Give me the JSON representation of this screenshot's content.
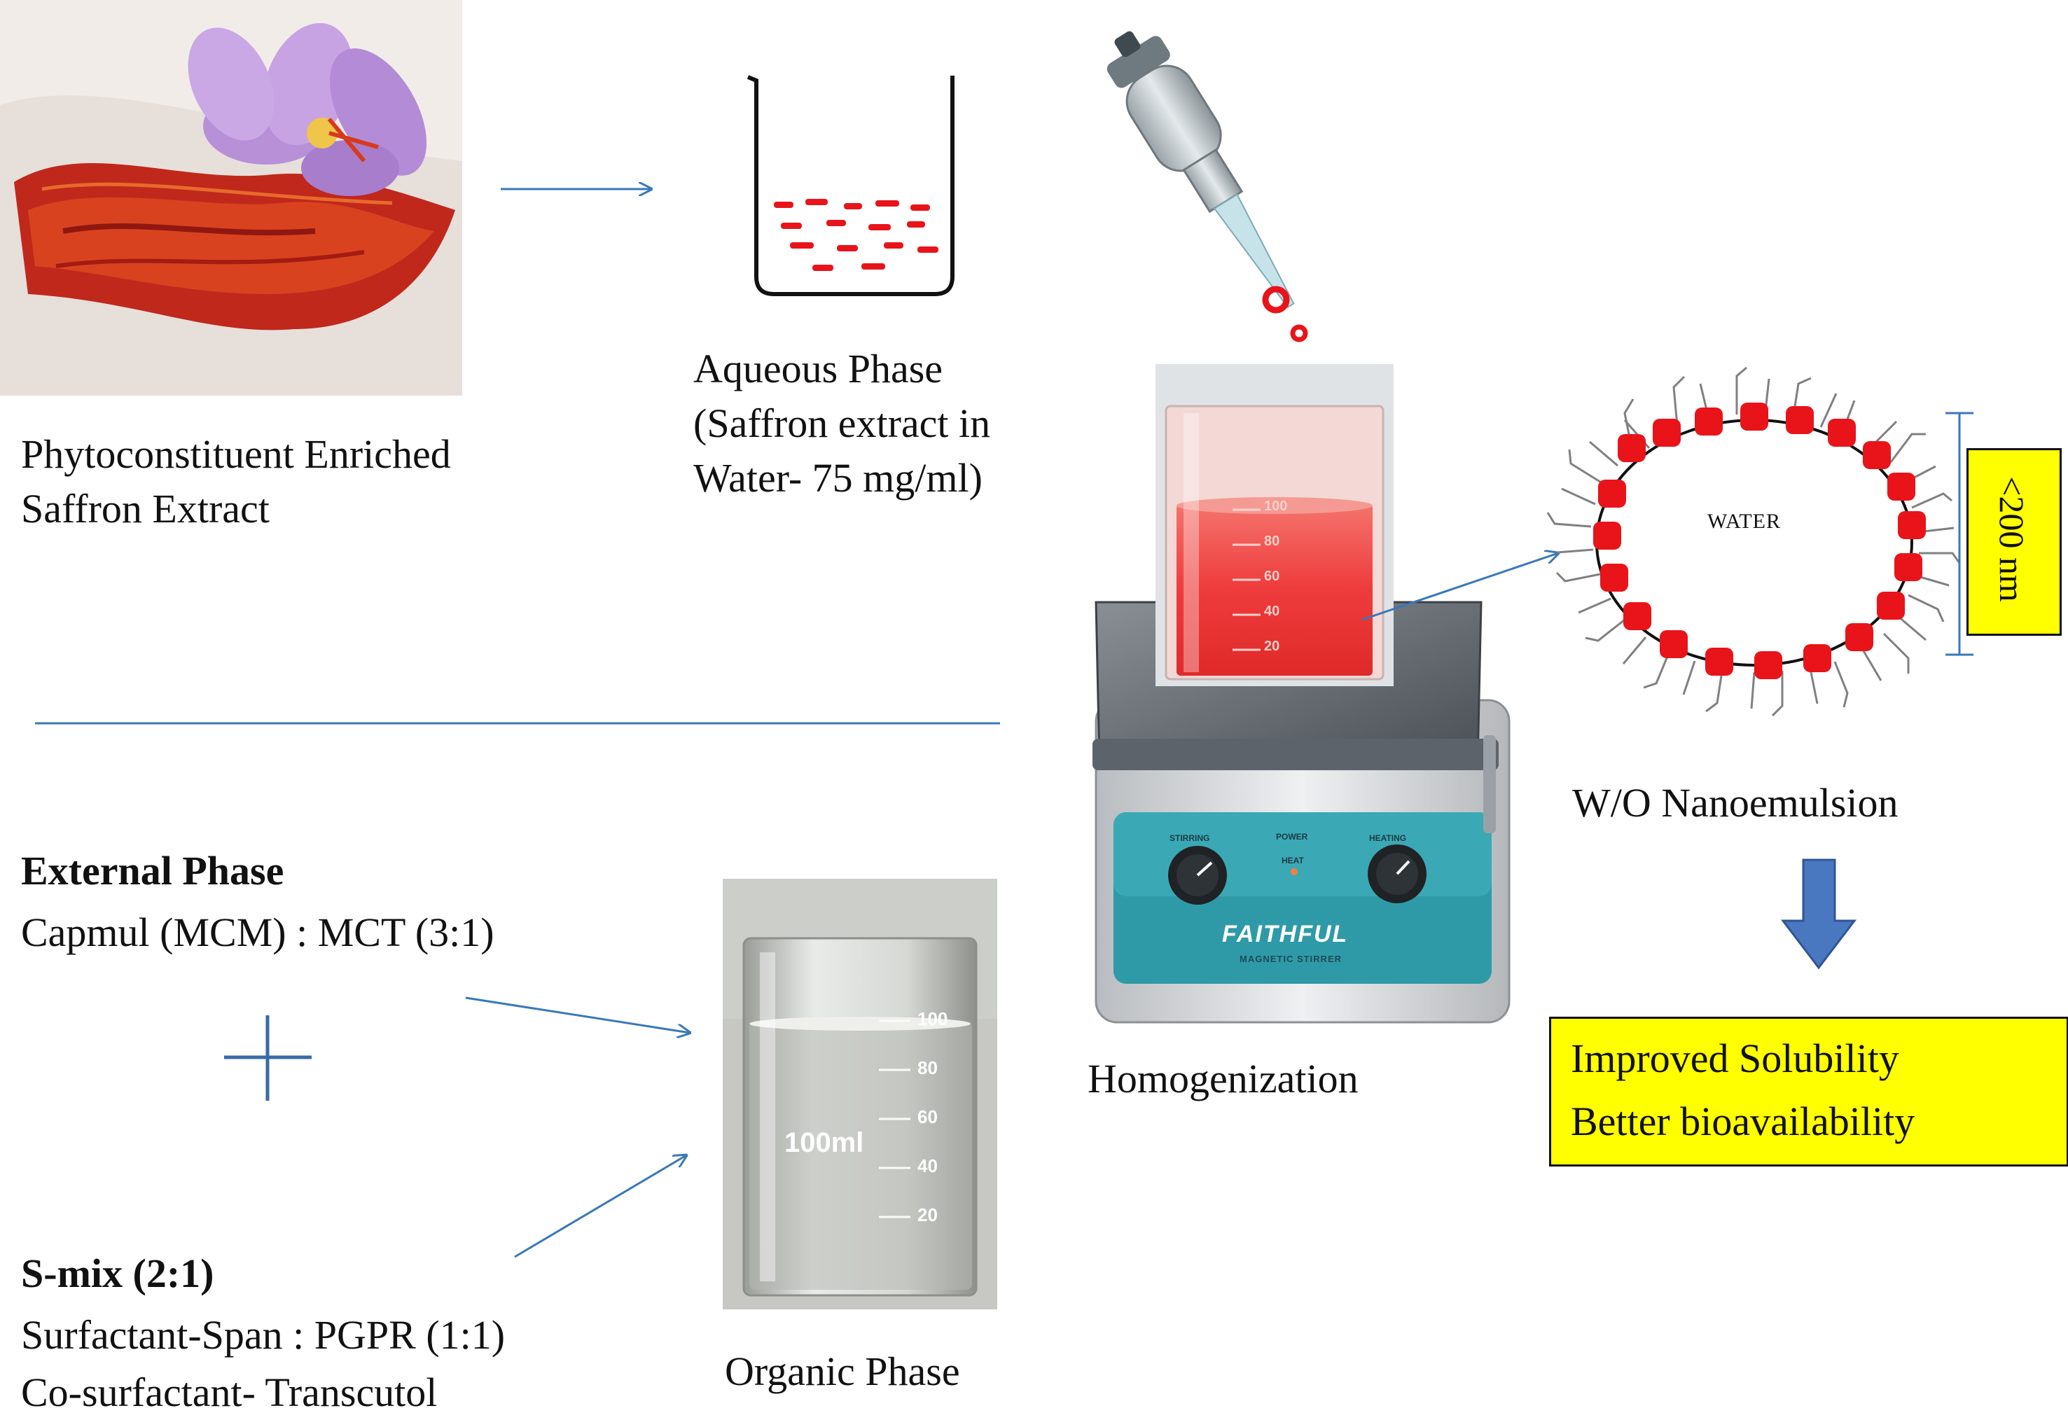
{
  "saffron_caption": [
    "Phytoconstituent Enriched",
    "Saffron Extract"
  ],
  "aqueous_caption": [
    "Aqueous Phase",
    "(Saffron  extract in",
    "Water- 75 mg/ml)"
  ],
  "external_phase": {
    "title": "External Phase",
    "line": "Capmul (MCM) : MCT  (3:1)"
  },
  "smix": {
    "title": "S-mix (2:1)",
    "lines": [
      "Surfactant-Span : PGPR (1:1)",
      "Co-surfactant- Transcutol"
    ]
  },
  "organic_caption": "Organic Phase",
  "homogenization_caption": "Homogenization",
  "stirrer": {
    "brand": "FAITHFUL",
    "subtitle": "MAGNETIC STIRRER",
    "controls": [
      "STIRRING",
      "POWER",
      "HEAT",
      "HEATING"
    ]
  },
  "beaker_red_ticks": [
    "100",
    "80",
    "60",
    "40",
    "20"
  ],
  "beaker_clear_ticks": [
    "100",
    "80",
    "60",
    "40",
    "20"
  ],
  "beaker_clear_volume": "100ml",
  "nanoemulsion": {
    "core_label": "WATER",
    "size_label": "<200 nm",
    "caption": "W/O Nanoemulsion"
  },
  "outcome": [
    "Improved Solubility",
    "Better bioavailability"
  ],
  "colors": {
    "arrow": "#3a78b8",
    "droplet": "#e8141a",
    "highlight": "#ffff00",
    "down_arrow": "#4a78c0"
  }
}
